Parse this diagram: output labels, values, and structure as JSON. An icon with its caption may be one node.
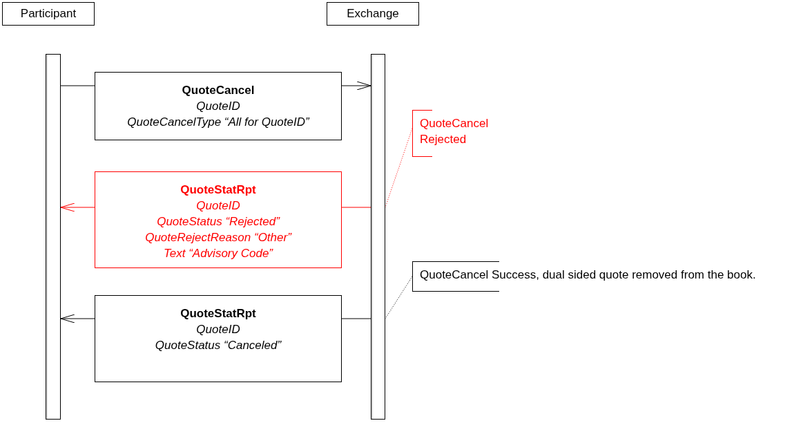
{
  "diagram": {
    "nodes": [
      {
        "text": [
          "Participant"
        ]
      },
      {
        "text": [
          "Exchange"
        ]
      },
      {
        "text": [],
        "shape": "bar"
      },
      {
        "text": [],
        "shape": "bar"
      },
      {
        "text": [
          "QuoteCancel",
          "QuoteID",
          "QuoteCancelType “All for QuoteID”"
        ]
      },
      {
        "text": [
          "QuoteStatRpt",
          "QuoteID",
          "QuoteStatus “Rejected”",
          "QuoteRejectReason “Other”",
          "Text “Advisory Code”"
        ]
      },
      {
        "text": [
          "QuoteStatRpt",
          "QuoteID",
          "QuoteStatus “Canceled”"
        ]
      },
      {
        "text": [
          "QuoteCancel Rejected"
        ]
      },
      {
        "text": [
          "QuoteCancel Success, dual sided quote removed from the book."
        ]
      }
    ],
    "edges": [
      {
        "from": 2,
        "to": 4,
        "arrow": "none"
      },
      {
        "from": 4,
        "to": 3,
        "arrow": "to"
      },
      {
        "from": 3,
        "to": 5,
        "arrow": "none",
        "color": "#ff0000"
      },
      {
        "from": 5,
        "to": 2,
        "arrow": "to",
        "color": "#ff0000"
      },
      {
        "from": 3,
        "to": 6,
        "arrow": "none"
      },
      {
        "from": 6,
        "to": 2,
        "arrow": "to"
      },
      {
        "from": 7,
        "to": 3,
        "arrow": "none",
        "style": "dashed",
        "color": "#ff0000"
      },
      {
        "from": 8,
        "to": 3,
        "arrow": "none",
        "style": "dashed"
      }
    ]
  }
}
